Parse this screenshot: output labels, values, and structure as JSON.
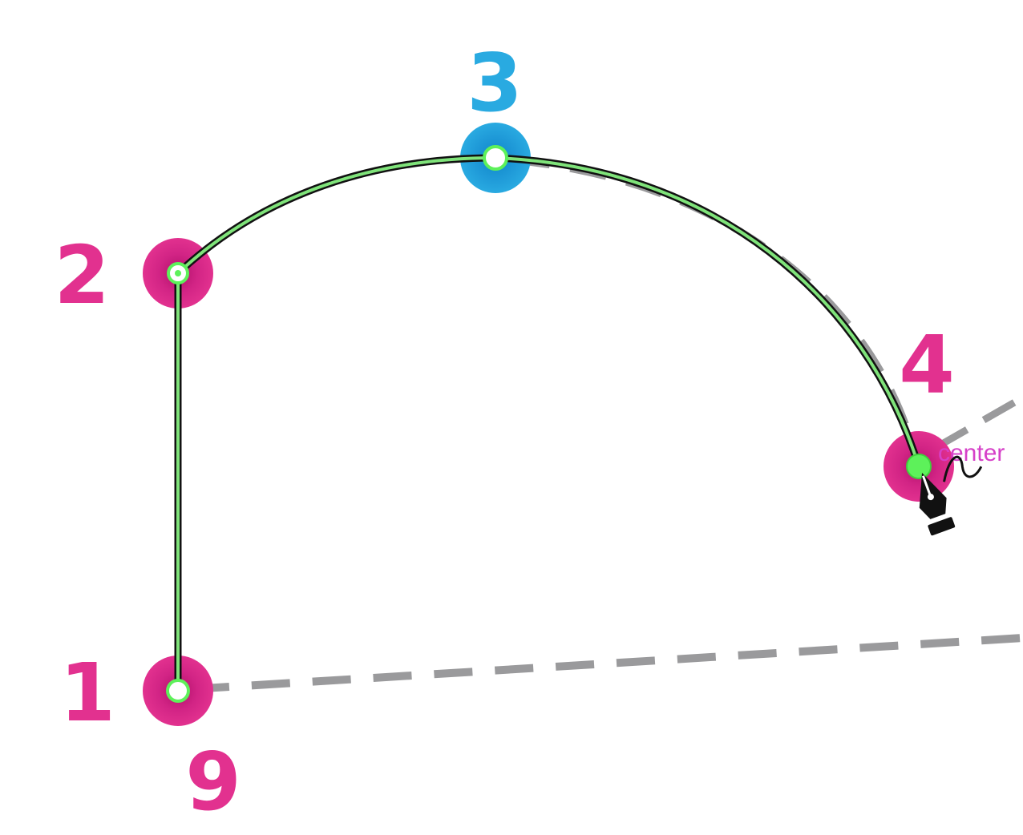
{
  "colors": {
    "anchor_glow": "#e2318f",
    "smooth_glow": "#29aae1",
    "path_stroke": "#7fe37a",
    "path_outline": "#111111",
    "guide": "#9a9a9c",
    "point_fill": "#ffffff",
    "active_point": "#5df15a",
    "hint_text": "#d640c8",
    "cursor": "#111111"
  },
  "points": [
    {
      "id": "p1",
      "label": "1",
      "kind": "corner"
    },
    {
      "id": "p2",
      "label": "2",
      "kind": "corner"
    },
    {
      "id": "p3",
      "label": "3",
      "kind": "smooth"
    },
    {
      "id": "p4",
      "label": "4",
      "kind": "corner"
    }
  ],
  "extra_labels": {
    "close_label": "9"
  },
  "smart_guide": {
    "hint": "center"
  },
  "cursor": {
    "icon": "pen-tool-icon"
  }
}
